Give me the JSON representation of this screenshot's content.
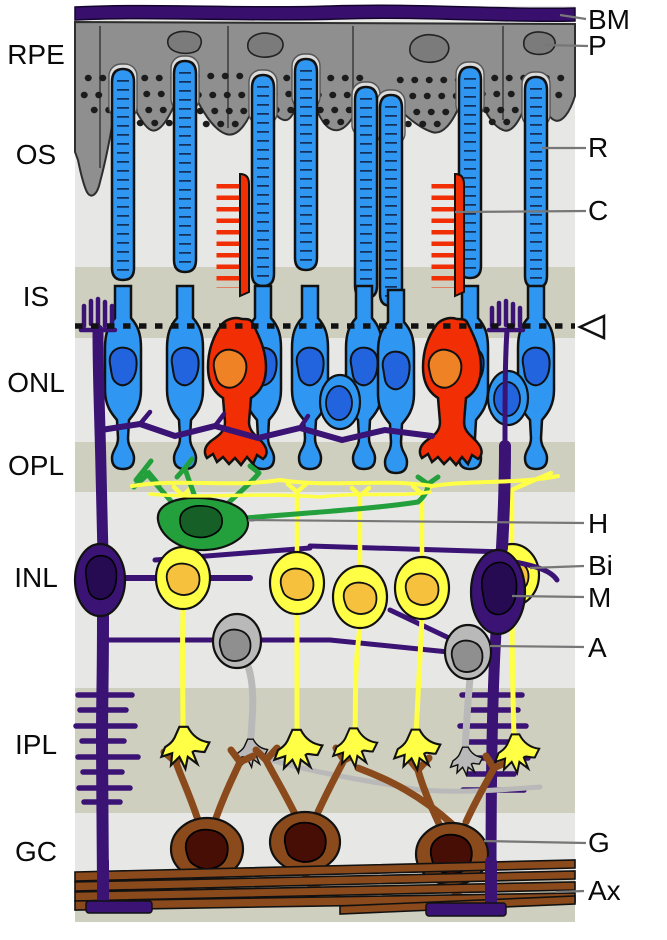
{
  "labels": {
    "layers": [
      {
        "id": "rpe",
        "text": "RPE"
      },
      {
        "id": "os",
        "text": "OS"
      },
      {
        "id": "is",
        "text": "IS"
      },
      {
        "id": "onl",
        "text": "ONL"
      },
      {
        "id": "opl",
        "text": "OPL"
      },
      {
        "id": "inl",
        "text": "INL"
      },
      {
        "id": "ipl",
        "text": "IPL"
      },
      {
        "id": "gc",
        "text": "GC"
      }
    ],
    "structures": [
      {
        "id": "bm",
        "text": "BM"
      },
      {
        "id": "p",
        "text": "P"
      },
      {
        "id": "r",
        "text": "R"
      },
      {
        "id": "c",
        "text": "C"
      },
      {
        "id": "h",
        "text": "H"
      },
      {
        "id": "bi",
        "text": "Bi"
      },
      {
        "id": "m",
        "text": "M"
      },
      {
        "id": "a",
        "text": "A"
      },
      {
        "id": "g",
        "text": "G"
      },
      {
        "id": "ax",
        "text": "Ax"
      }
    ]
  },
  "icons": {
    "elm_marker": "open-left-triangle"
  },
  "colors": {
    "page_background": "#ffffff",
    "drawing_background": "#e7e7e6",
    "layer_band": "#cfcfc0",
    "bm": "#390f6e",
    "rpe": "#8f8f8f",
    "rpe_nucleus": "#7b7b7b",
    "rpe_granule": "#1c1c1c",
    "rod": "#2f97f2",
    "rod_nucleus": "#2263de",
    "cone": "#f22f04",
    "cone_nucleus": "#ef8224",
    "muller": "#3a1374",
    "muller_nucleus": "#260a52",
    "horizontal": "#23a03c",
    "horizontal_nucleus": "#166028",
    "bipolar": "#ffff45",
    "bipolar_nucleus": "#f6c23e",
    "amacrine": "#b9b9b9",
    "amacrine_nucleus": "#8f8f8f",
    "ganglion": "#8a4a1c",
    "ganglion_nucleus": "#470e06",
    "outline": "#111111",
    "leader_line": "#777777",
    "elm_line": "#111111",
    "marker_fill": "#ffffff"
  }
}
